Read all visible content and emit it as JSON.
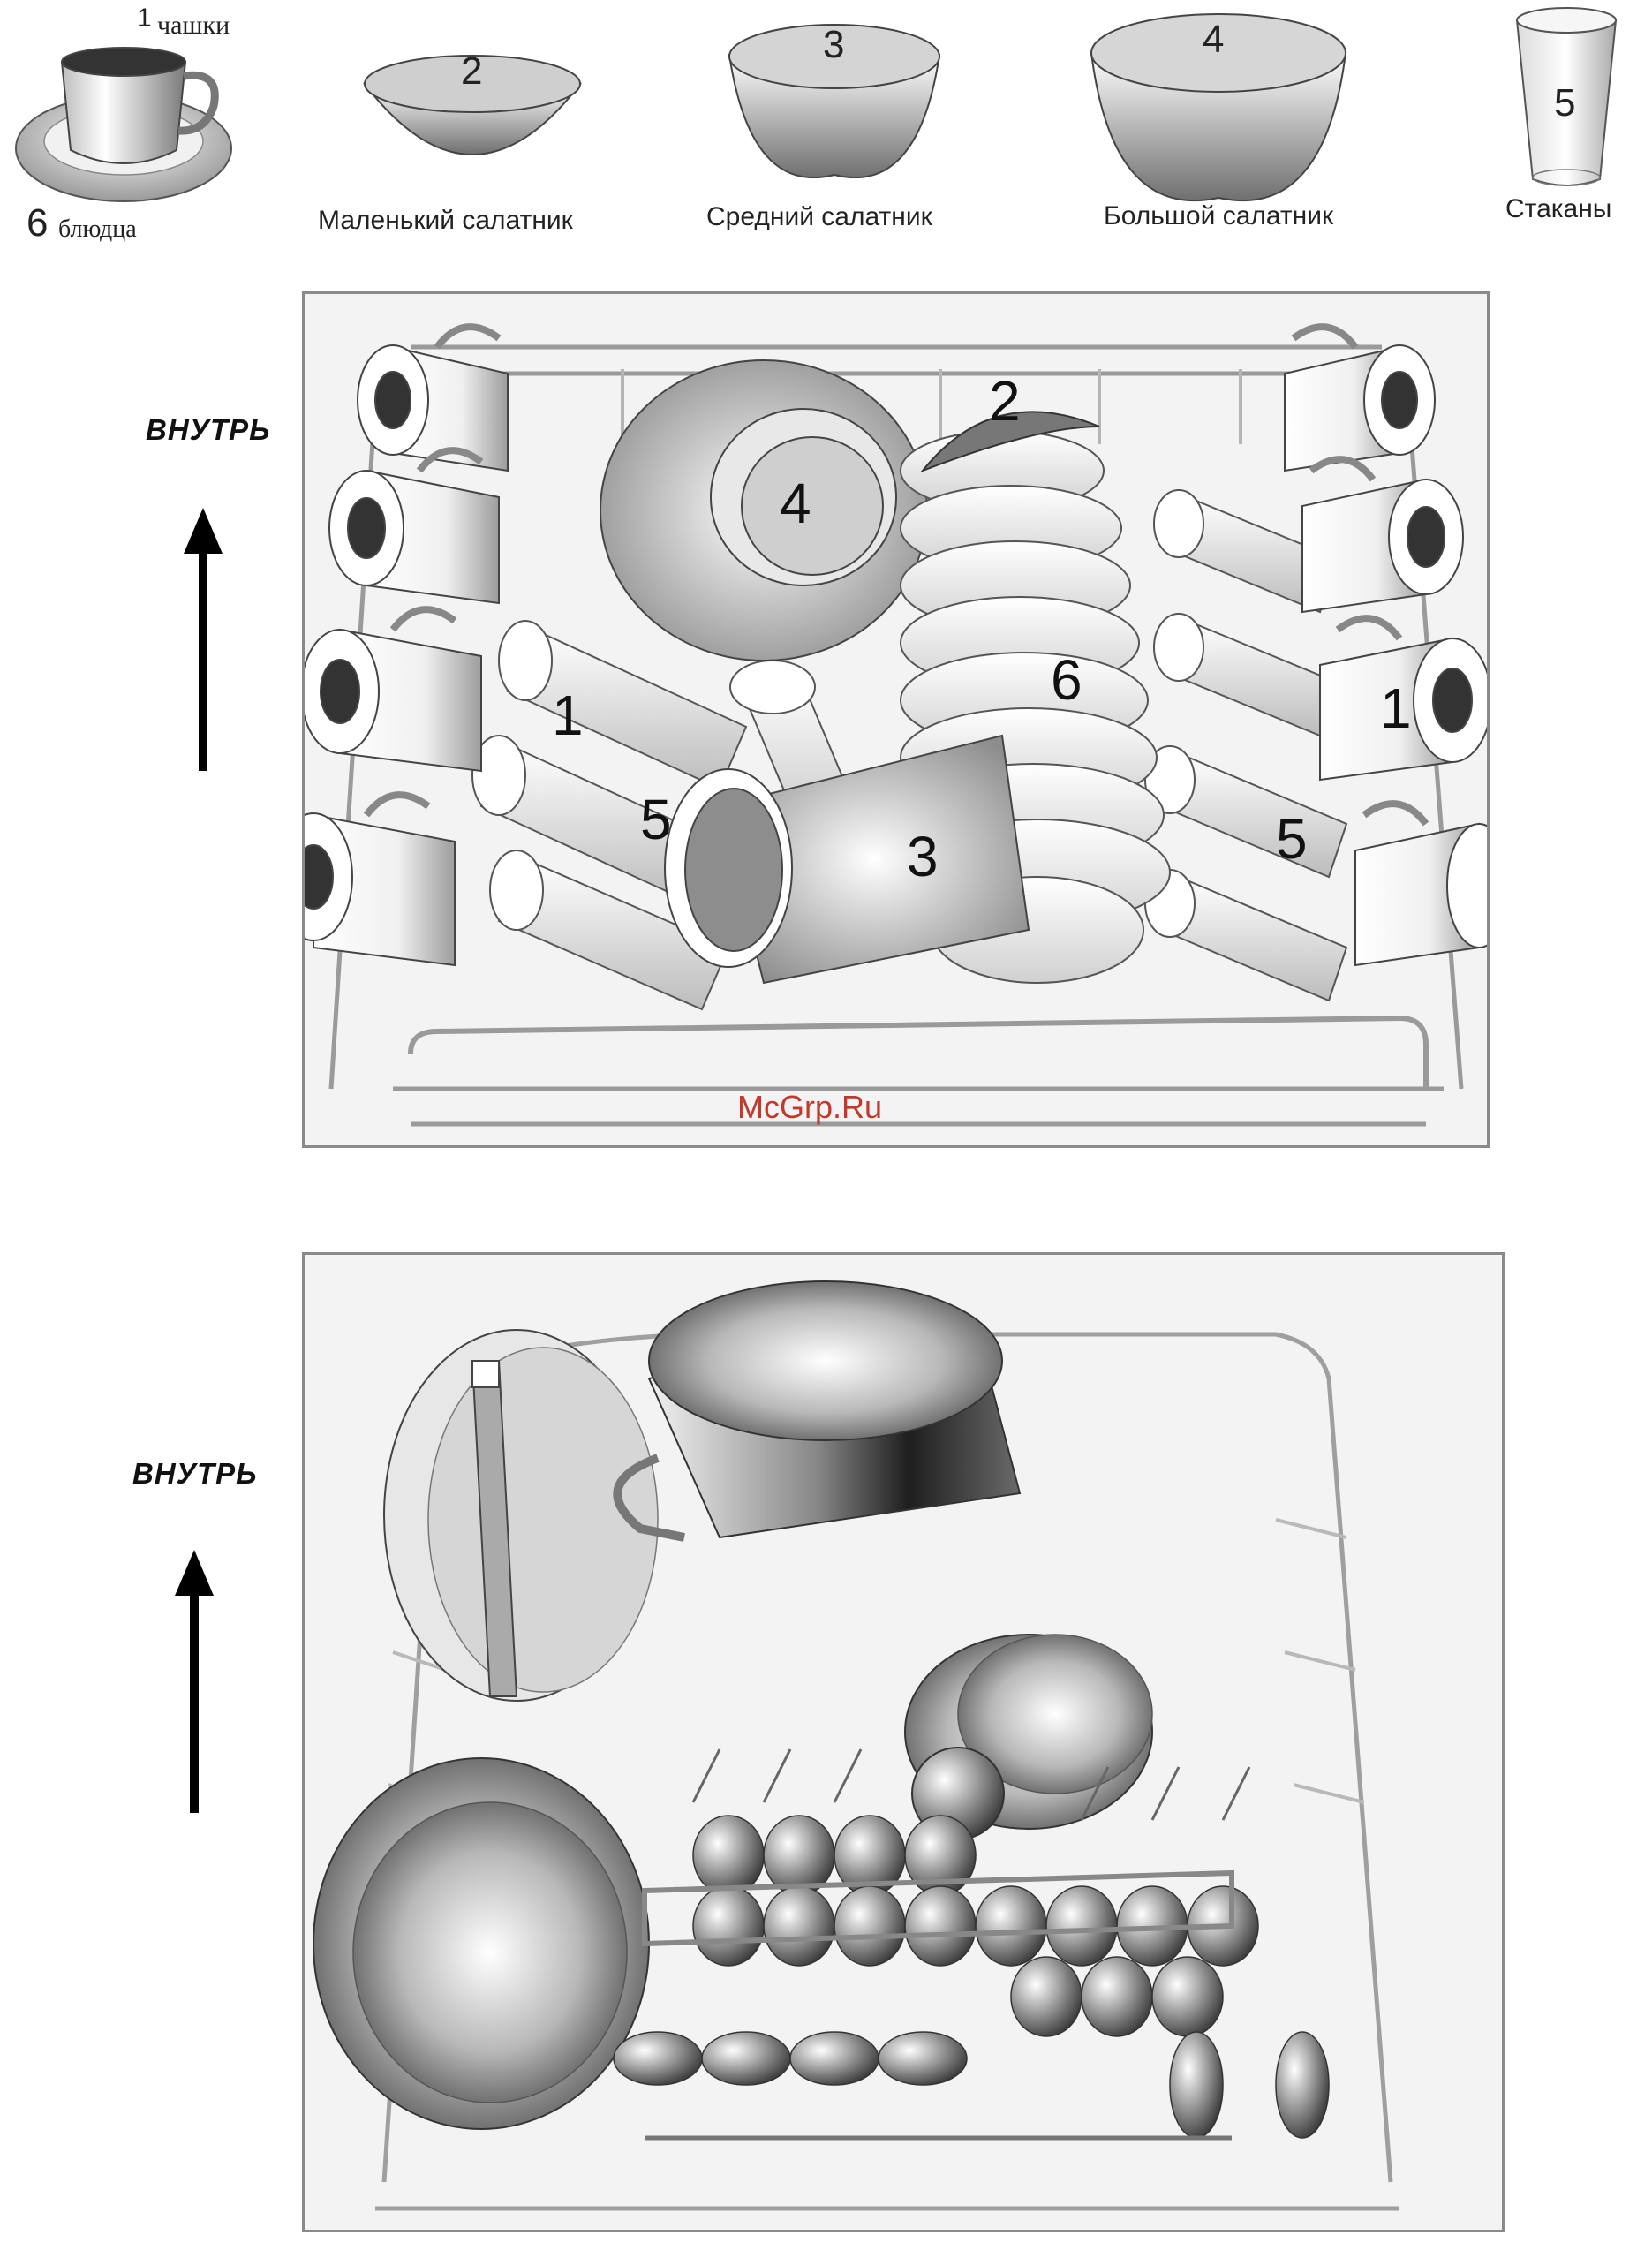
{
  "legend": {
    "cups": {
      "number": "1",
      "label": "чашки"
    },
    "saucers": {
      "number": "6",
      "label": "блюдца"
    },
    "small_bowl": {
      "number": "2",
      "label": "Маленький салатник"
    },
    "medium_bowl": {
      "number": "3",
      "label": "Средний салатник"
    },
    "large_bowl": {
      "number": "4",
      "label": "Большой салатник"
    },
    "glasses": {
      "number": "5",
      "label": "Стаканы"
    }
  },
  "upper_basket": {
    "direction_label": "ВНУТРЬ",
    "numbers": {
      "cups_left": "1",
      "cups_right": "1",
      "small_bowl": "2",
      "medium_bowl": "3",
      "large_bowl": "4",
      "glasses_left": "5",
      "glasses_right": "5",
      "saucers": "6"
    },
    "watermark": "McGrp.Ru"
  },
  "lower_basket": {
    "direction_label": "ВНУТРЬ"
  }
}
